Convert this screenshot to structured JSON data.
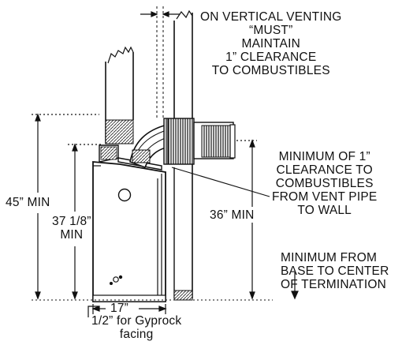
{
  "labels": {
    "vertical_venting": [
      "ON VERTICAL VENTING",
      "“MUST”",
      "MAINTAIN",
      "1” CLEARANCE",
      "TO COMBUSTIBLES"
    ],
    "min_clearance_vent": [
      "MINIMUM OF 1”",
      "CLEARANCE TO",
      "COMBUSTIBLES",
      "FROM VENT PIPE",
      "TO WALL"
    ],
    "min_45": "45” MIN",
    "min_37": [
      "37 1/8”",
      "MIN"
    ],
    "min_36": "36” MIN",
    "min_from_base": [
      "MINIMUM FROM",
      "BASE TO CENTER",
      "OF TERMINATION"
    ],
    "width_17": "17”",
    "gyprock": [
      "1/2” for Gyprock",
      "facing"
    ]
  }
}
